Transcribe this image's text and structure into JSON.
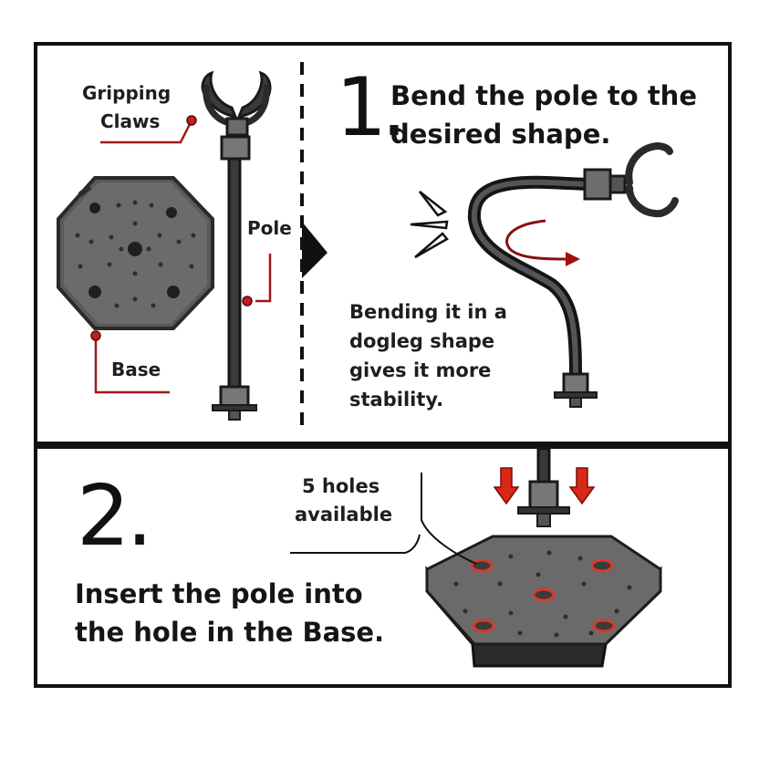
{
  "step1": {
    "number": "1.",
    "title_line1": "Bend the pole to the",
    "title_line2": "desired shape.",
    "note_line1": "Bending it in a",
    "note_line2": "dogleg shape",
    "note_line3": "gives it more",
    "note_line4": "stability."
  },
  "parts": {
    "claws_line1": "Gripping",
    "claws_line2": "Claws",
    "pole": "Pole",
    "base": "Base"
  },
  "step2": {
    "number": "2.",
    "holes_line1": "5 holes",
    "holes_line2": "available",
    "instruction_line1": "Insert the pole into",
    "instruction_line2": "the hole in the Base."
  },
  "colors": {
    "frame": "#111111",
    "part_fill": "#676767",
    "part_dark": "#2e2e2e",
    "leader_red": "#a01818",
    "arrow_red": "#d82818"
  }
}
